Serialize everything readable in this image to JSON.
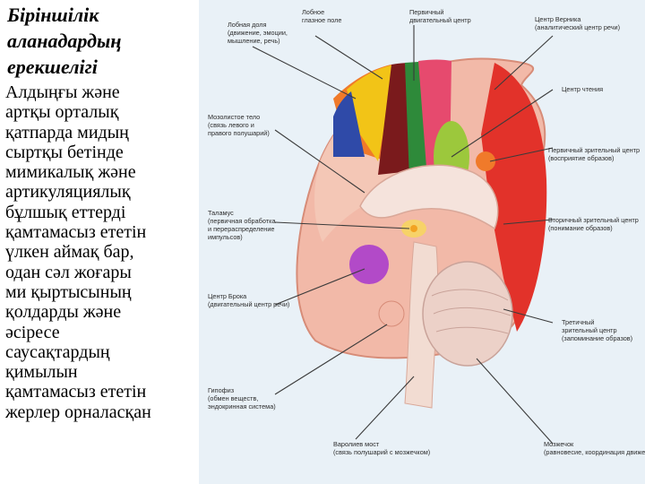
{
  "slide": {
    "title": "Біріншілік\nаланадардың\nерекшелігі",
    "body": "Алдыңғы және\nартқы орталық\nқатпарда мидың\nсыртқы бетінде\nмимикалық және\nартикуляциялық\nбұлшық еттерді\nқамтамасыз ететін\nүлкен аймақ бар,\nодан сәл жоғары\nми қыртысының\nқолдарды және\nәсіресе\nсаусақтардың\nқимылын\nқамтамасыз ететін\nжерлер орналасқан"
  },
  "diagram": {
    "labels": {
      "frontal_lobe": [
        "Лобная доля",
        "(движение, эмоции,",
        "мышление, речь)"
      ],
      "frontal_field": [
        "Лобное",
        "глазное поле"
      ],
      "primary_motor": [
        "Первичный",
        "двигательный центр"
      ],
      "wernicke": [
        "Центр Верника",
        "(аналитический центр речи)"
      ],
      "reading": [
        "Центр чтения"
      ],
      "corpus_callosum": [
        "Мозолистое тело",
        "(связь левого и",
        "правого полушарий)"
      ],
      "primary_visual": [
        "Первичный зрительный центр",
        "(восприятие образов)"
      ],
      "thalamus": [
        "Таламус",
        "(первичная обработка",
        "и перераспределение",
        "импульсов)"
      ],
      "secondary_visual": [
        "Вторичный зрительный центр",
        "(понимание образов)"
      ],
      "broca": [
        "Центр Брока",
        "(двигательный центр речи)"
      ],
      "tertiary_visual": [
        "Третичный",
        "зрительный центр",
        "(запоминание образов)"
      ],
      "pituitary": [
        "Гипофиз",
        "(обмен веществ,",
        "эндокринная система)"
      ],
      "pons": [
        "Варолиев мост",
        "(связь полушарий с мозжечком)"
      ],
      "cerebellum": [
        "Мозжечок",
        "(равновесие, координация движений)"
      ]
    },
    "colors": {
      "background": "#e9f1f7",
      "cortex": "#f2b9a8",
      "frontal": "#f4c9b9",
      "orange_zone": "#f07a2a",
      "yellow_zone": "#f2c417",
      "blue_zone": "#2f4aa8",
      "darkred_zone": "#7a1a1c",
      "green_zone": "#2e8a3a",
      "pink_zone": "#e64a6e",
      "lime_zone": "#9cc83c",
      "red_zone": "#e2322a",
      "purple_zone": "#b24ac8",
      "arrows": "#3b3b3b"
    }
  }
}
